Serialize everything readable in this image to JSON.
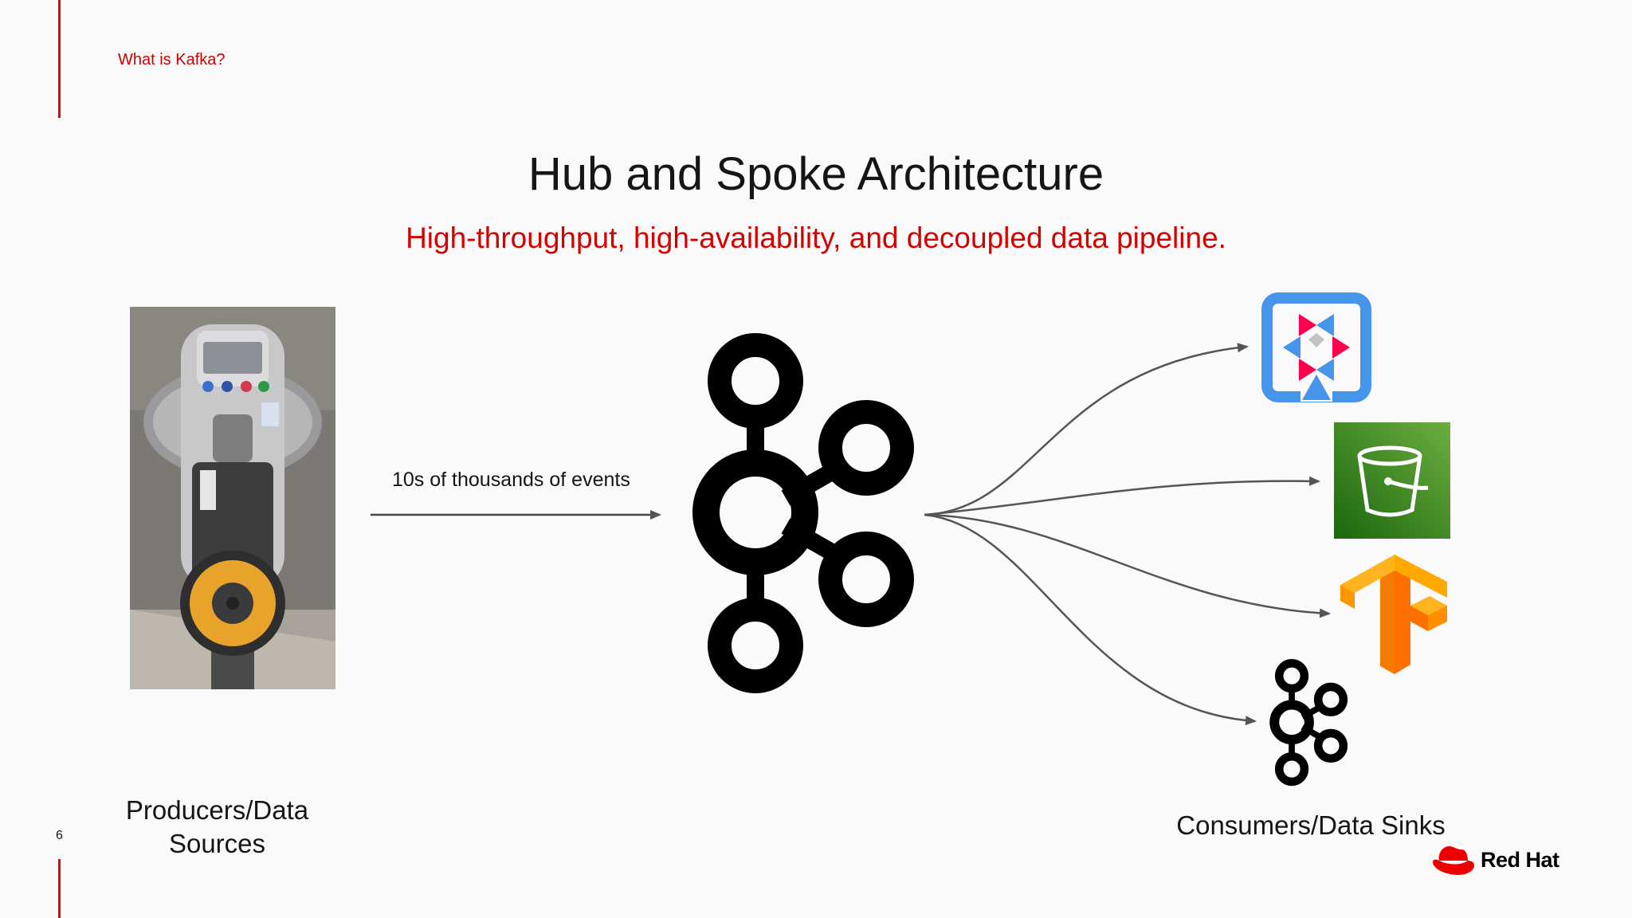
{
  "header": {
    "section": "What is Kafka?"
  },
  "slide": {
    "page_number": "6",
    "title": "Hub and Spoke Architecture",
    "subtitle": "High-throughput, high-availability, and decoupled data pipeline."
  },
  "producers": {
    "label": "Producers/Data Sources"
  },
  "events": {
    "label": "10s of thousands of events"
  },
  "hub": {
    "icon": "kafka-logo"
  },
  "consumers": {
    "label": "Consumers/Data Sinks",
    "sinks": [
      {
        "icon": "quarkus-logo"
      },
      {
        "icon": "s3-bucket-logo"
      },
      {
        "icon": "tensorflow-logo"
      },
      {
        "icon": "kafka-logo"
      }
    ]
  },
  "branding": {
    "logo_text": "Red Hat"
  },
  "colors": {
    "accent": "#ee0000",
    "subtitle": "#d40000",
    "text": "#151515"
  }
}
